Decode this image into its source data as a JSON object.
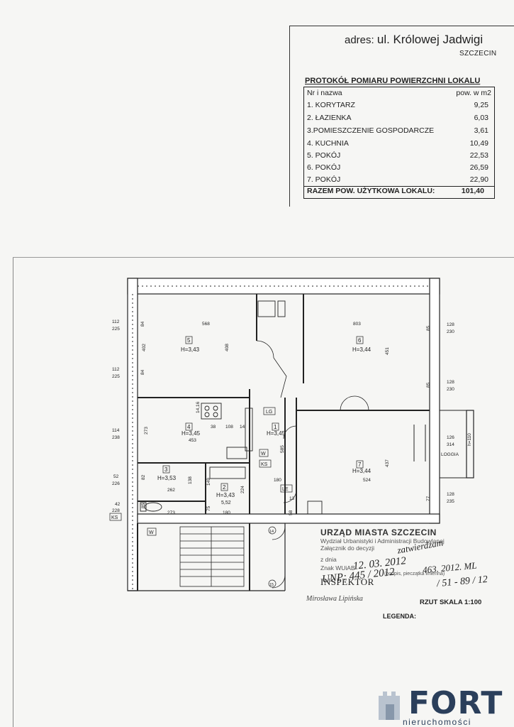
{
  "header": {
    "address_label": "adres:",
    "address": "ul. Królowej Jadwigi",
    "city": "SZCZECIN"
  },
  "protocol": {
    "title": "PROTOKÓŁ POMIARU POWIERZCHNI LOKALU",
    "col_name": "Nr i nazwa",
    "col_area": "pow. w m2",
    "rows": [
      {
        "name": "1. KORYTARZ",
        "area": "9,25"
      },
      {
        "name": "2. ŁAZIENKA",
        "area": "6,03"
      },
      {
        "name": "3.POMIESZCZENIE GOSPODARCZE",
        "area": "3,61"
      },
      {
        "name": "4. KUCHNIA",
        "area": "10,49"
      },
      {
        "name": "5. POKÓJ",
        "area": "22,53"
      },
      {
        "name": "6. POKÓJ",
        "area": "26,59"
      },
      {
        "name": "7. POKÓJ",
        "area": "22,90"
      }
    ],
    "total_label": "RAZEM POW. UŻYTKOWA LOKALU:",
    "total_value": "101,40"
  },
  "plan": {
    "rooms": [
      {
        "no": "5",
        "h": "H=3,43"
      },
      {
        "no": "6",
        "h": "H=3,44"
      },
      {
        "no": "4",
        "h": "H=3,45"
      },
      {
        "no": "1",
        "h": "H=3,45"
      },
      {
        "no": "7",
        "h": "H=3,44"
      },
      {
        "no": "3",
        "h": "H=3,53"
      },
      {
        "no": "2",
        "h": "H=3,43"
      }
    ],
    "dims": {
      "d568": "568",
      "d803": "803",
      "d402": "402",
      "d408": "408",
      "d451": "451",
      "d453": "453",
      "d273": "273",
      "d108": "108",
      "d38": "38",
      "d14": "14",
      "d585": "585",
      "d437": "437",
      "d524": "524",
      "d262": "262",
      "d138": "138",
      "d82": "82",
      "d180a": "180",
      "d180b": "180",
      "d224": "224",
      "d75": "75",
      "d85": "85",
      "d273b": "273",
      "d13": "13",
      "d58": "58",
      "d77": "77",
      "d84a": "84",
      "d84b": "84",
      "d85b": "85",
      "d85c": "85",
      "d1416": "14,16",
      "d149": "149",
      "d110": "h=110",
      "d126": "126",
      "d314": "314",
      "l112a": "112",
      "l225a": "225",
      "l112b": "112",
      "l225b": "225",
      "l114": "114",
      "l238": "238",
      "l52": "52",
      "l226": "226",
      "l42": "42",
      "l228": "228",
      "r128a": "128",
      "r230a": "230",
      "r128b": "128",
      "r230b": "230",
      "r128c": "128",
      "r235": "235",
      "sign2": "5,52"
    },
    "labels": {
      "lg": "LG",
      "w1": "W",
      "ks1": "KS",
      "le": "LE",
      "ks2": "KS",
      "w2": "W",
      "loggia": "LOGGIA",
      "stair14": "14",
      "stair15": "15"
    }
  },
  "stamp": {
    "office": "URZĄD MIASTA SZCZECIN",
    "dept": "Wydział Urbanistyki i Administracji Budowlanej",
    "attach": "Załącznik do decyzji",
    "date_label": "z dnia",
    "mark_label": "Znak WUiAB",
    "seal_note": "(podpis, pieczątka imienna)",
    "inspector": "INSPEKTOR",
    "inspector_name": "Mirosława Lipińska"
  },
  "handwriting": {
    "approved": "zatwierdzam",
    "date": "12.  03.  2012",
    "mark": "UNP: 445 / 2012",
    "extra": "463. 2012. ML",
    "extra2": "/ 51 - 89 / 12"
  },
  "footer": {
    "scale": "RZUT  SKALA 1:100",
    "legend": "LEGENDA:",
    "logo_word": "FORT",
    "logo_sub": "nieruchomości"
  }
}
